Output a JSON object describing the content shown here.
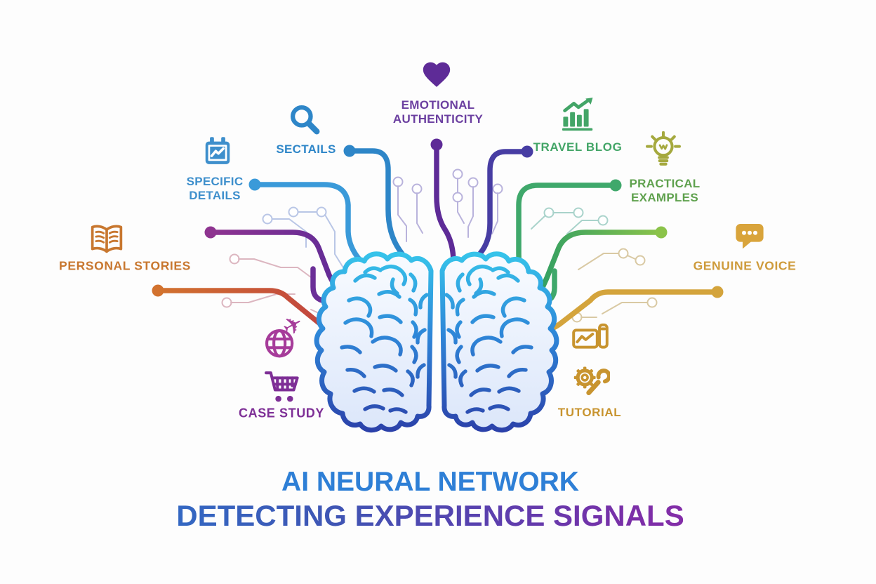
{
  "diagram": {
    "title": {
      "line1": "AI NEURAL NETWORK",
      "line2": "DETECTING EXPERIENCE SIGNALS"
    },
    "center_figure": "brain",
    "nodes": [
      {
        "id": "emotional-authenticity",
        "label": "EMOTIONAL",
        "label2": "AUTHENTICITY",
        "icon": "heart-icon",
        "color": "#6b3fa0"
      },
      {
        "id": "sectails",
        "label": "SECTAILS",
        "icon": "magnifier-icon",
        "color": "#2e86c8"
      },
      {
        "id": "specific-details",
        "label": "SPECIFIC",
        "label2": "DETAILS",
        "icon": "calendar-chart-icon",
        "color": "#3e8fcc"
      },
      {
        "id": "travel-blog",
        "label": "TRAVEL BLOG",
        "icon": "bar-chart-icon",
        "color": "#43a567"
      },
      {
        "id": "practical-examples",
        "label": "PRACTICAL",
        "label2": "EXAMPLES",
        "icon": "lightbulb-icon",
        "color": "#5fa14e"
      },
      {
        "id": "personal-stories",
        "label": "PERSONAL STORIES",
        "icon": "open-book-icon",
        "color": "#c8772f"
      },
      {
        "id": "genuine-voice",
        "label": "GENUINE VOICE",
        "icon": "speech-bubble-icon",
        "color": "#ce9b3b"
      },
      {
        "id": "case-study",
        "label": "CASE STUDY",
        "icon": "globe-plane-icon, shopping-cart-icon",
        "color": "#7e2f96"
      },
      {
        "id": "tutorial",
        "label": "TUTORIAL",
        "icon": "chart-window-icon, gear-wrench-icon",
        "color": "#c8942f"
      }
    ]
  },
  "palette": {
    "heart": "#5e2b97",
    "heartText": "#6b3fa0",
    "blue": "#2e86c8",
    "blueLight": "#3e8fcc",
    "cyanTrace": "#3a9ad9",
    "indigo": "#473da3",
    "green": "#43a567",
    "green1": "#3fa86b",
    "green2": "#8bc34a",
    "greenText": "#5fa14e",
    "olive": "#a5a93e",
    "orange": "#c8772f",
    "redTrace": "#c04040",
    "gold": "#d9a43b",
    "goldTrace": "#d4a43c",
    "goldText": "#ce9b3b",
    "gold2": "#c8942f",
    "magenta": "#a63c9a",
    "purple1": "#7b2f8e",
    "purple2": "#7e2f96",
    "titleBlue": "#2e7fd6",
    "titleGradientStart": "#2f6fc8",
    "titleGradientEnd": "#8e2ba8",
    "brainStrokeTop": "#36c3ea",
    "brainStrokeBottom": "#2b3fa8"
  }
}
